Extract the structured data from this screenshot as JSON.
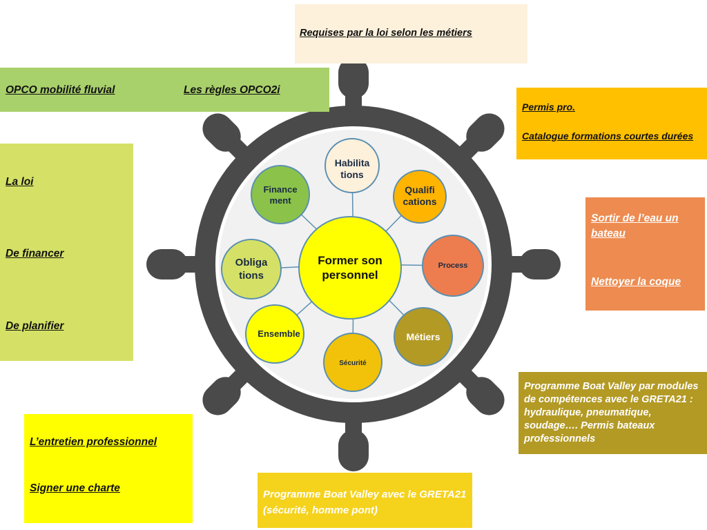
{
  "wheel": {
    "center": "Former son personnel",
    "nodes": [
      "Habilita tions",
      "Qualifi cations",
      "Process",
      "Métiers",
      "Sécurité",
      "Ensemble",
      "Obliga tions",
      "Finance ment"
    ]
  },
  "boxes": {
    "top": "Requises par la loi selon les métiers",
    "opco_fluvial": "OPCO mobilité fluvial",
    "opco2i": "Les règles OPCO2i",
    "loi": "La loi",
    "financer": "De financer",
    "planifier": "De planifier",
    "permis_pro": "Permis pro.",
    "catalogue": "Catalogue formations courtes durées",
    "sortir": "Sortir de l’eau un bateau",
    "nettoyer": "Nettoyer la coque",
    "programme_modules": "Programme Boat Valley par modules de compétences avec le GRETA21 : hydraulique, pneumatique, soudage…. Permis bateaux professionnels",
    "entretien": "L’entretien professionnel",
    "charte": "Signer une charte",
    "programme_securite": "Programme Boat Valley avec le GRETA21 (sécurité, homme pont)"
  },
  "colors": {
    "wheel": "#4a4a4a",
    "center": "#ffff00",
    "top_box": "#fdf1dc",
    "opco_box": "#a9d16b",
    "left_box": "#d5e166",
    "permis_box": "#ffc000",
    "sortir_box": "#ed8b50",
    "programme_box": "#b39a25",
    "entretien_box": "#ffff00",
    "securite_box": "#f5d21c"
  }
}
